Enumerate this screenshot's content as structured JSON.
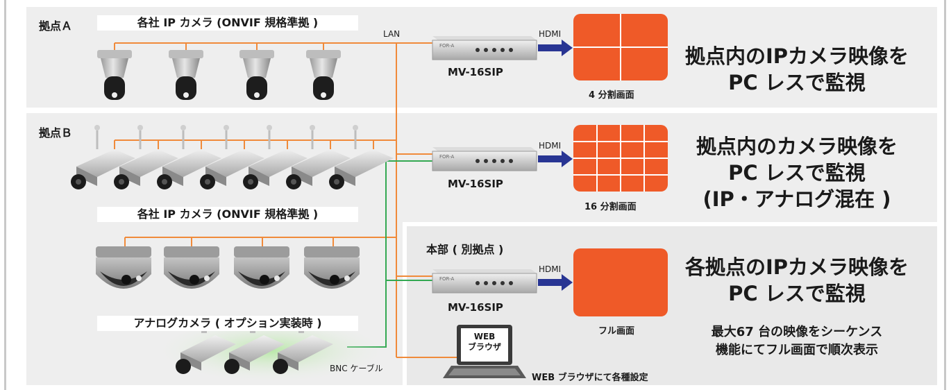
{
  "site_a": {
    "label": "拠点Ａ",
    "cameras_title": "各社 IP カメラ (ONVIF 規格準拠 )",
    "lan_label": "LAN",
    "hdmi_label": "HDMI",
    "device_label": "MV-16SIP",
    "screen_caption": "4 分割画面",
    "headline": [
      "拠点内のIPカメラ映像を",
      "PC レスで監視"
    ]
  },
  "site_b": {
    "label": "拠点Ｂ",
    "cameras_title": "各社 IP カメラ (ONVIF 規格準拠 )",
    "analog_title": "アナログカメラ ( オプション実装時 )",
    "bnc_label": "BNC ケーブル",
    "hdmi_label": "HDMI",
    "device_label": "MV-16SIP",
    "screen_caption": "16 分割画面",
    "headline": [
      "拠点内のカメラ映像を",
      "PC レスで監視",
      "(IP・アナログ混在 )"
    ]
  },
  "hq": {
    "label": "本部 ( 別拠点 )",
    "hdmi_label": "HDMI",
    "device_label": "MV-16SIP",
    "screen_caption": "フル画面",
    "headline": [
      "各拠点のIPカメラ映像を",
      "PC レスで監視"
    ],
    "subtext": [
      "最大67 台の映像をシーケンス",
      "機能にてフル画面で順次表示"
    ],
    "browser_screen": [
      "WEB",
      "ブラウザ"
    ],
    "browser_caption": "WEB ブラウザにて各種設定"
  },
  "device_brand": "FOR-A",
  "colors": {
    "lan": "#f08a3a",
    "bnc": "#33a852",
    "screen": "#ef5a28",
    "arrow": "#283593",
    "panel": "#eeeeee"
  }
}
